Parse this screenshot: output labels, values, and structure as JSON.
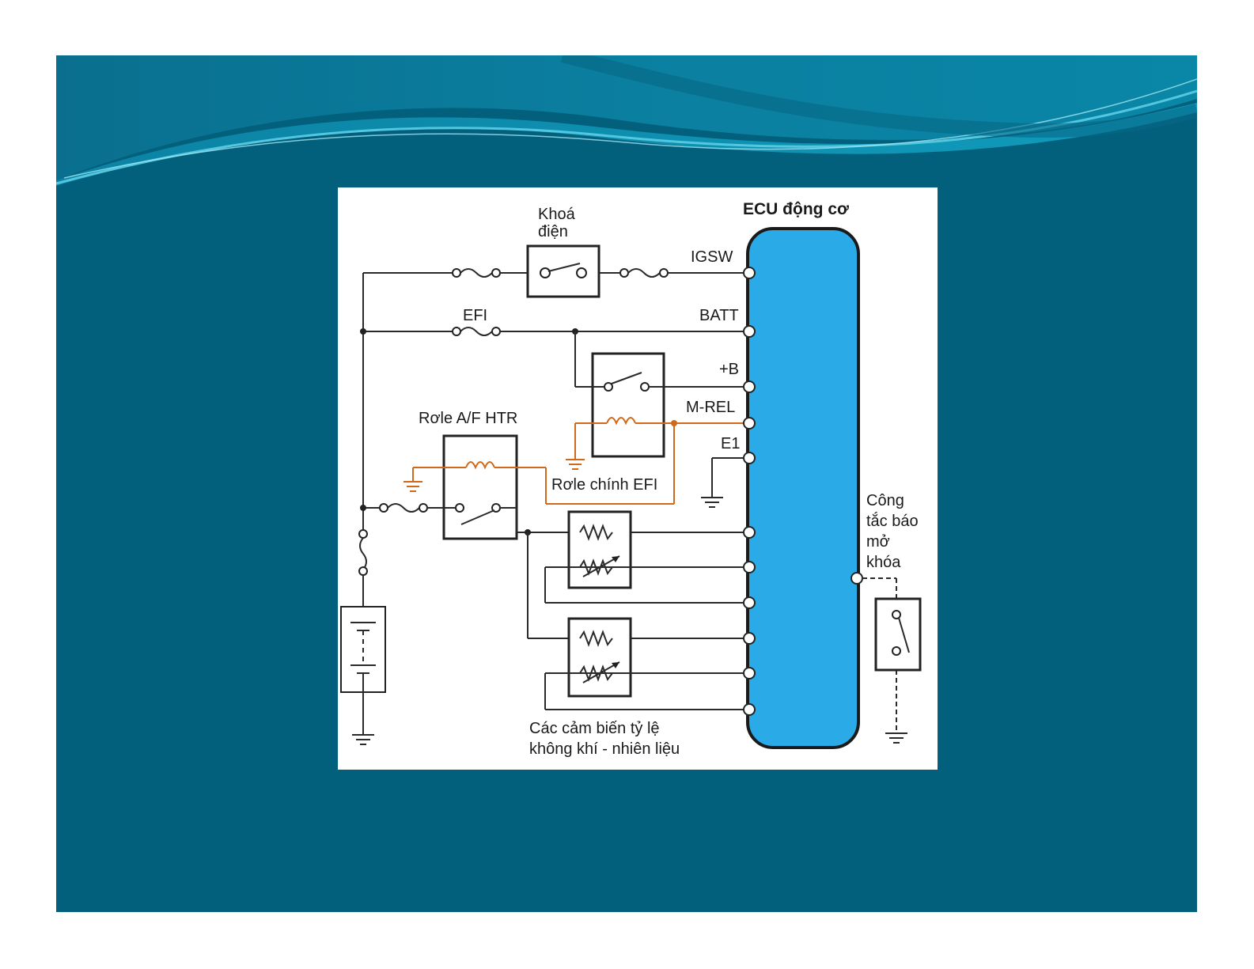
{
  "colors": {
    "slide_background": "#02607c",
    "ecu_fill": "#2aaae6",
    "relay_coil_wire": "#d06a1a",
    "wire": "#2a2a2a"
  },
  "diagram": {
    "ecu_title": "ECU động cơ",
    "ignition_switch_label_line1": "Khoá",
    "ignition_switch_label_line2": "điện",
    "fuse_efi_label": "EFI",
    "af_htr_relay_label": "Rơle A/F HTR",
    "efi_main_relay_label": "Rơle chính EFI",
    "ecu_terminals": [
      "IGSW",
      "BATT",
      "+B",
      "M-REL",
      "E1"
    ],
    "unlock_switch_label_lines": [
      "Công",
      "tắc báo",
      "mở",
      "khóa"
    ],
    "sensor_label_line1": "Các cảm biến tỷ lệ",
    "sensor_label_line2": "không khí - nhiên liệu"
  }
}
